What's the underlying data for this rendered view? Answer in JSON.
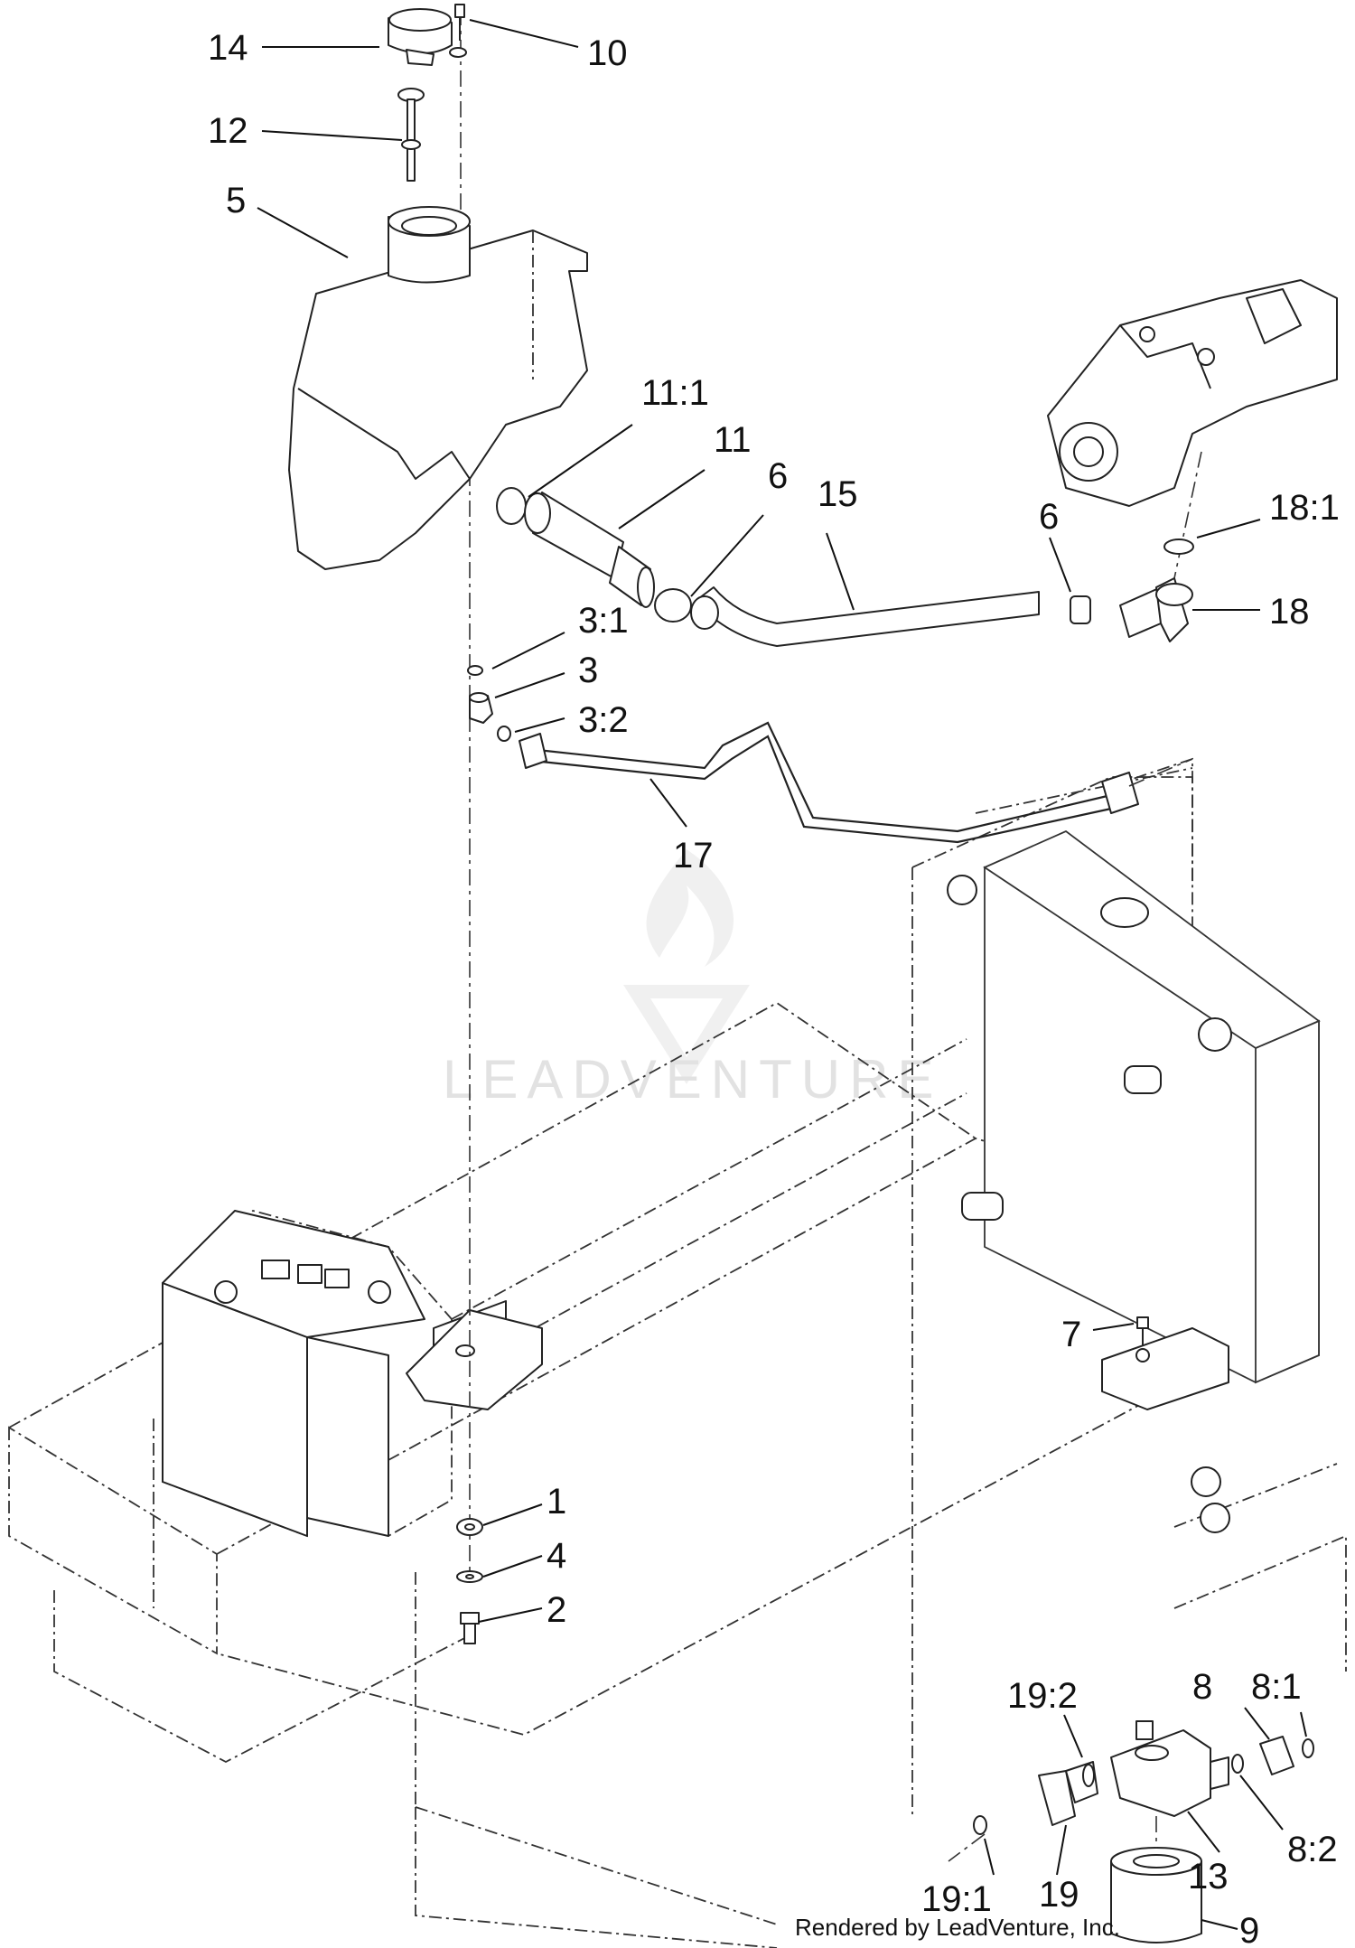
{
  "callouts": [
    {
      "label": "14"
    },
    {
      "label": "10"
    },
    {
      "label": "12"
    },
    {
      "label": "5"
    },
    {
      "label": "11:1"
    },
    {
      "label": "11"
    },
    {
      "label": "6"
    },
    {
      "label": "15"
    },
    {
      "label": "6"
    },
    {
      "label": "18:1"
    },
    {
      "label": "18"
    },
    {
      "label": "3:1"
    },
    {
      "label": "3"
    },
    {
      "label": "3:2"
    },
    {
      "label": "17"
    },
    {
      "label": "7"
    },
    {
      "label": "1"
    },
    {
      "label": "4"
    },
    {
      "label": "2"
    },
    {
      "label": "19:2"
    },
    {
      "label": "8"
    },
    {
      "label": "8:1"
    },
    {
      "label": "19:1"
    },
    {
      "label": "19"
    },
    {
      "label": "13"
    },
    {
      "label": "8:2"
    },
    {
      "label": "9"
    }
  ],
  "watermark": {
    "text": "LEADVENTURE"
  },
  "credit": {
    "text": "Rendered by LeadVenture, Inc."
  }
}
